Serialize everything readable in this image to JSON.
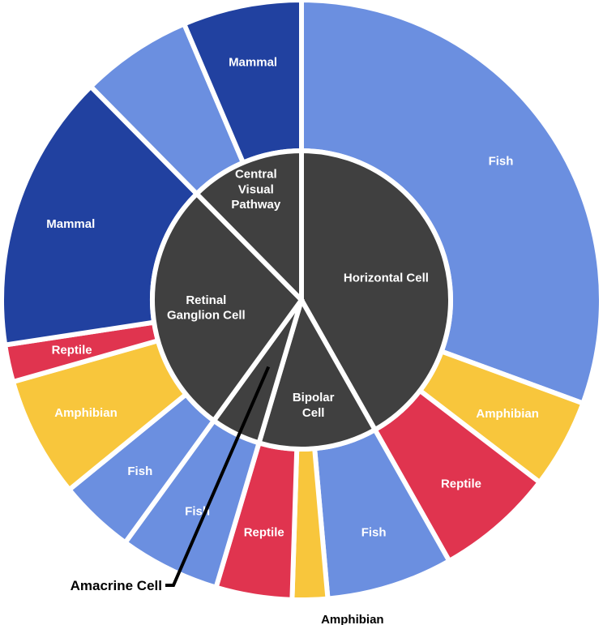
{
  "chart_data": {
    "type": "sunburst",
    "colors": {
      "Fish": "#6B8FE0",
      "Mammal": "#2141A0",
      "Reptile": "#E0344F",
      "Amphibian": "#F8C63C",
      "inner": "#404040"
    },
    "inner": [
      {
        "name": "Horizontal Cell",
        "label_lines": [
          "Horizontal Cell"
        ],
        "value": 41.8
      },
      {
        "name": "Bipolar Cell",
        "label_lines": [
          "Bipolar",
          "Cell"
        ],
        "value": 12.8
      },
      {
        "name": "Amacrine Cell",
        "label_lines": [],
        "value": 5.4
      },
      {
        "name": "Retinal Ganglion Cell",
        "label_lines": [
          "Retinal",
          "Ganglion Cell"
        ],
        "value": 27.6
      },
      {
        "name": "Central Visual Pathway",
        "label_lines": [
          "Central",
          "Visual",
          "Pathway"
        ],
        "value": 12.4
      }
    ],
    "outer": [
      {
        "parent": "Horizontal Cell",
        "category": "Fish",
        "label": "Fish",
        "value": 30.6
      },
      {
        "parent": "Horizontal Cell",
        "category": "Amphibian",
        "label": "Amphibian",
        "value": 4.8
      },
      {
        "parent": "Horizontal Cell",
        "category": "Reptile",
        "label": "Reptile",
        "value": 6.4
      },
      {
        "parent": "Bipolar Cell",
        "category": "Fish",
        "label": "Fish",
        "value": 6.8
      },
      {
        "parent": "Bipolar Cell",
        "category": "Amphibian",
        "label": "Amphibian",
        "value": 1.9
      },
      {
        "parent": "Bipolar Cell",
        "category": "Reptile",
        "label": "Reptile",
        "value": 4.1
      },
      {
        "parent": "Amacrine Cell",
        "category": "Fish",
        "label": "Fish",
        "value": 5.4
      },
      {
        "parent": "Retinal Ganglion Cell",
        "category": "Fish",
        "label": "Fish",
        "value": 4.1
      },
      {
        "parent": "Retinal Ganglion Cell",
        "category": "Amphibian",
        "label": "Amphibian",
        "value": 6.5
      },
      {
        "parent": "Retinal Ganglion Cell",
        "category": "Reptile",
        "label": "Reptile",
        "value": 2.0
      },
      {
        "parent": "Retinal Ganglion Cell",
        "category": "Mammal",
        "label": "Mammal",
        "value": 15.0
      },
      {
        "parent": "Central Visual Pathway",
        "category": "Fish",
        "label": "",
        "value": 6.0
      },
      {
        "parent": "Central Visual Pathway",
        "category": "Mammal",
        "label": "Mammal",
        "value": 6.4
      }
    ],
    "annotations": [
      {
        "target": "Amacrine Cell",
        "text": "Amacrine Cell"
      }
    ],
    "external_labels": [
      {
        "target_index": 4,
        "text": "Amphibian"
      }
    ]
  }
}
